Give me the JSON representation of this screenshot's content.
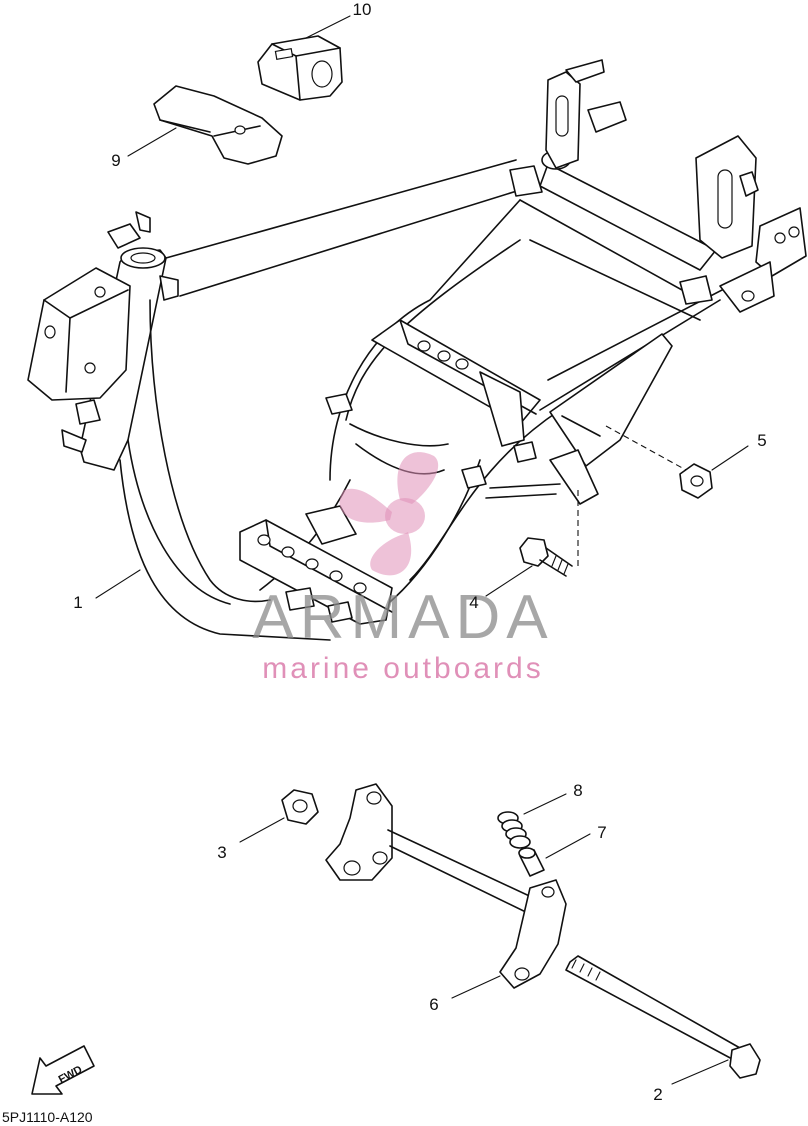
{
  "diagram": {
    "drawing_code": "5PJ1110-A120",
    "fwd_label": "FWD",
    "callouts": [
      {
        "id": "c1",
        "label": "1"
      },
      {
        "id": "c2",
        "label": "2"
      },
      {
        "id": "c3",
        "label": "3"
      },
      {
        "id": "c4",
        "label": "4"
      },
      {
        "id": "c5",
        "label": "5"
      },
      {
        "id": "c6",
        "label": "6"
      },
      {
        "id": "c7",
        "label": "7"
      },
      {
        "id": "c8",
        "label": "8"
      },
      {
        "id": "c9",
        "label": "9"
      },
      {
        "id": "c10",
        "label": "10"
      }
    ]
  },
  "watermark": {
    "brand": "ARMADA",
    "tagline": "marine outboards",
    "color_primary": "#8a8a8a",
    "color_accent": "#e090b8"
  }
}
